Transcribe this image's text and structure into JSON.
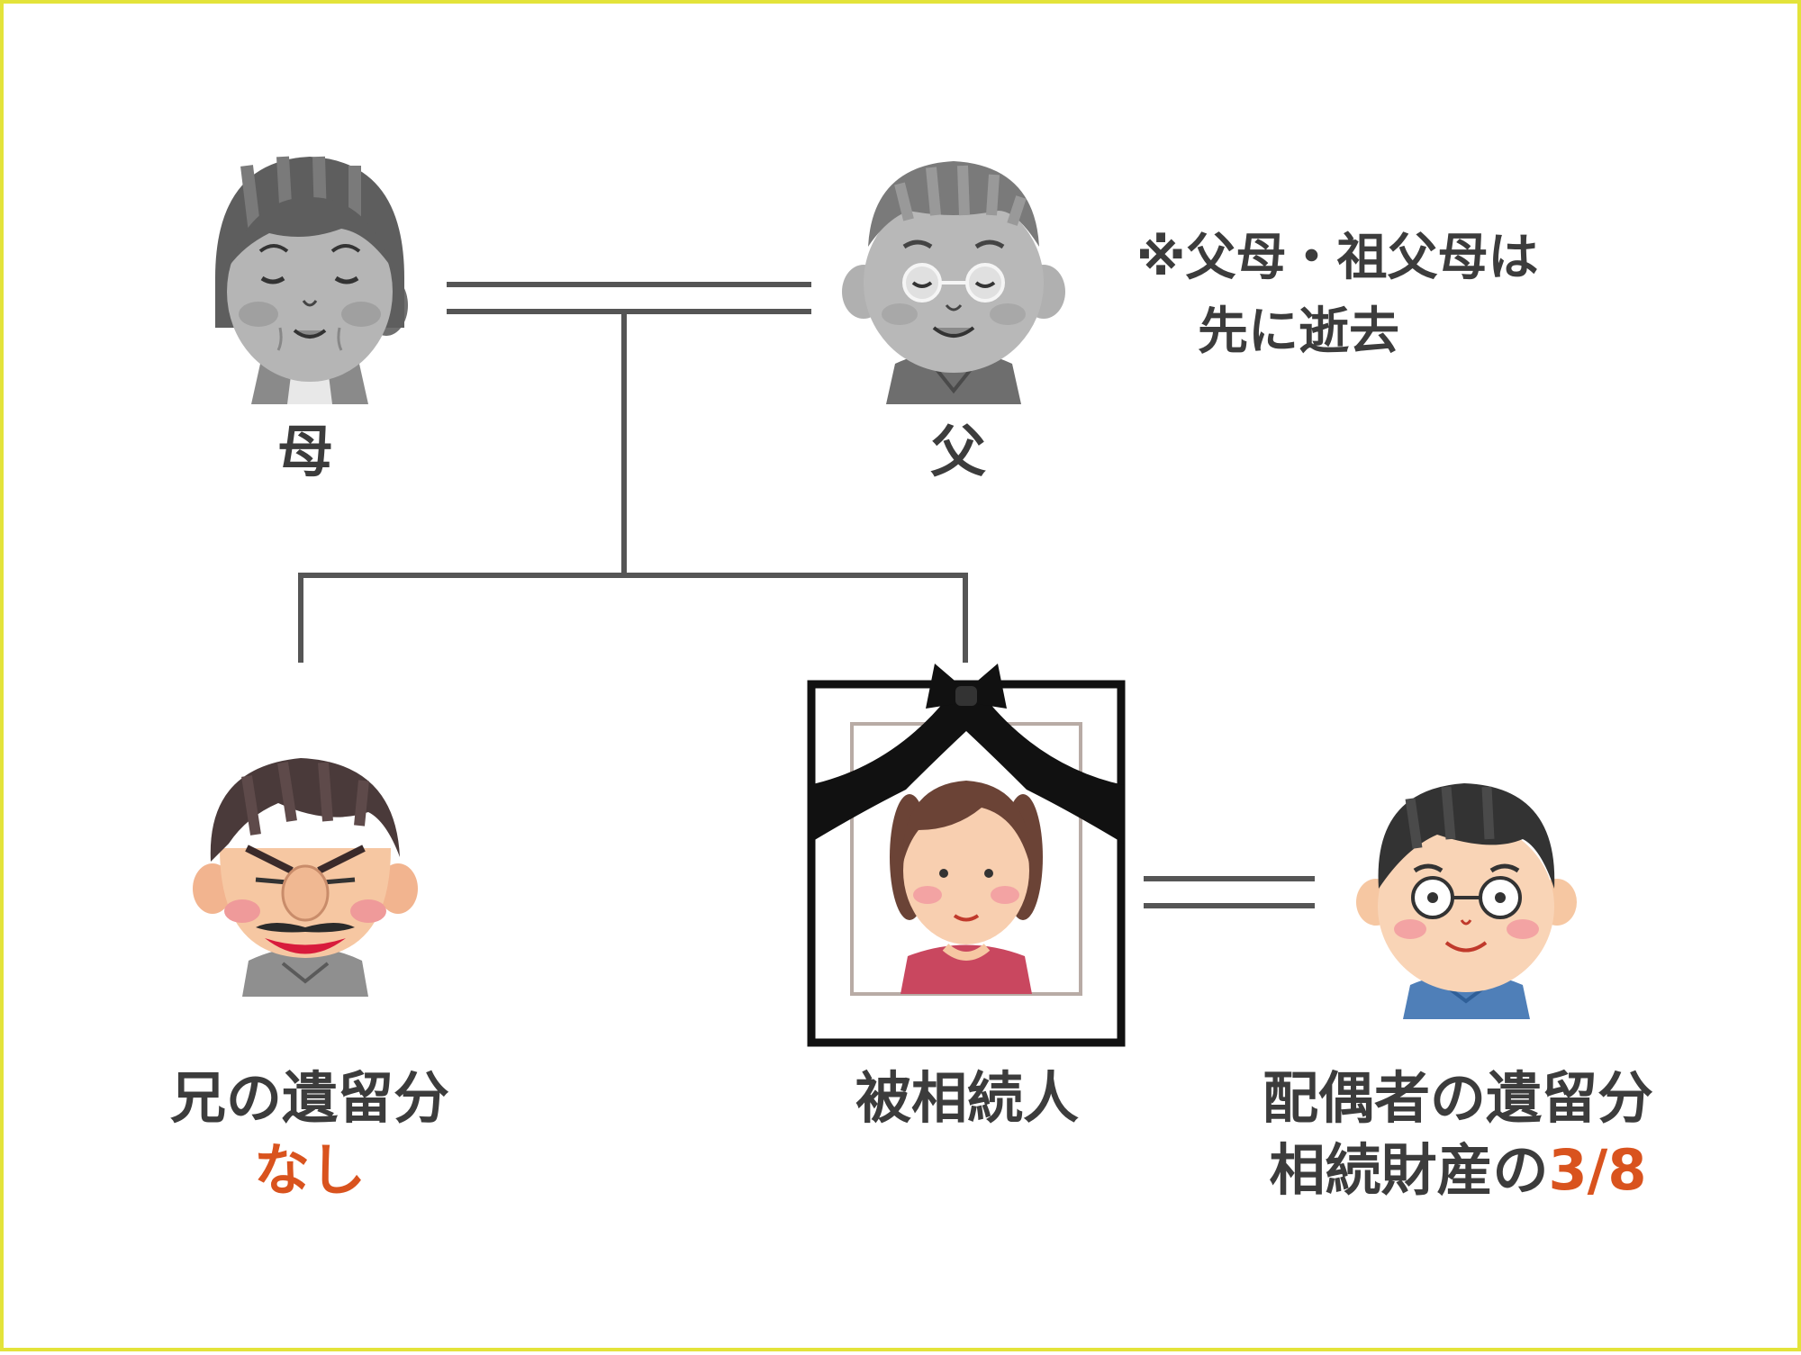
{
  "persons": {
    "mother": {
      "label": "母"
    },
    "father": {
      "label": "父"
    },
    "brother": {
      "label": "兄の遺留分",
      "share": "なし"
    },
    "deceased": {
      "label": "被相続人"
    },
    "spouse": {
      "label": "配偶者の遺留分",
      "share_prefix": "相続財産の",
      "share_value": "3/8"
    }
  },
  "note": {
    "line1": "※父母・祖父母は",
    "line2": "先に逝去"
  },
  "colors": {
    "frame_border": "#e3e33a",
    "text": "#3c3c3c",
    "accent": "#d9531e",
    "line": "#555555"
  },
  "icons": {
    "mother": "grandmother-icon",
    "father": "grandfather-icon",
    "brother": "angry-man-icon",
    "deceased": "memorial-portrait-icon",
    "spouse": "man-with-glasses-icon"
  }
}
